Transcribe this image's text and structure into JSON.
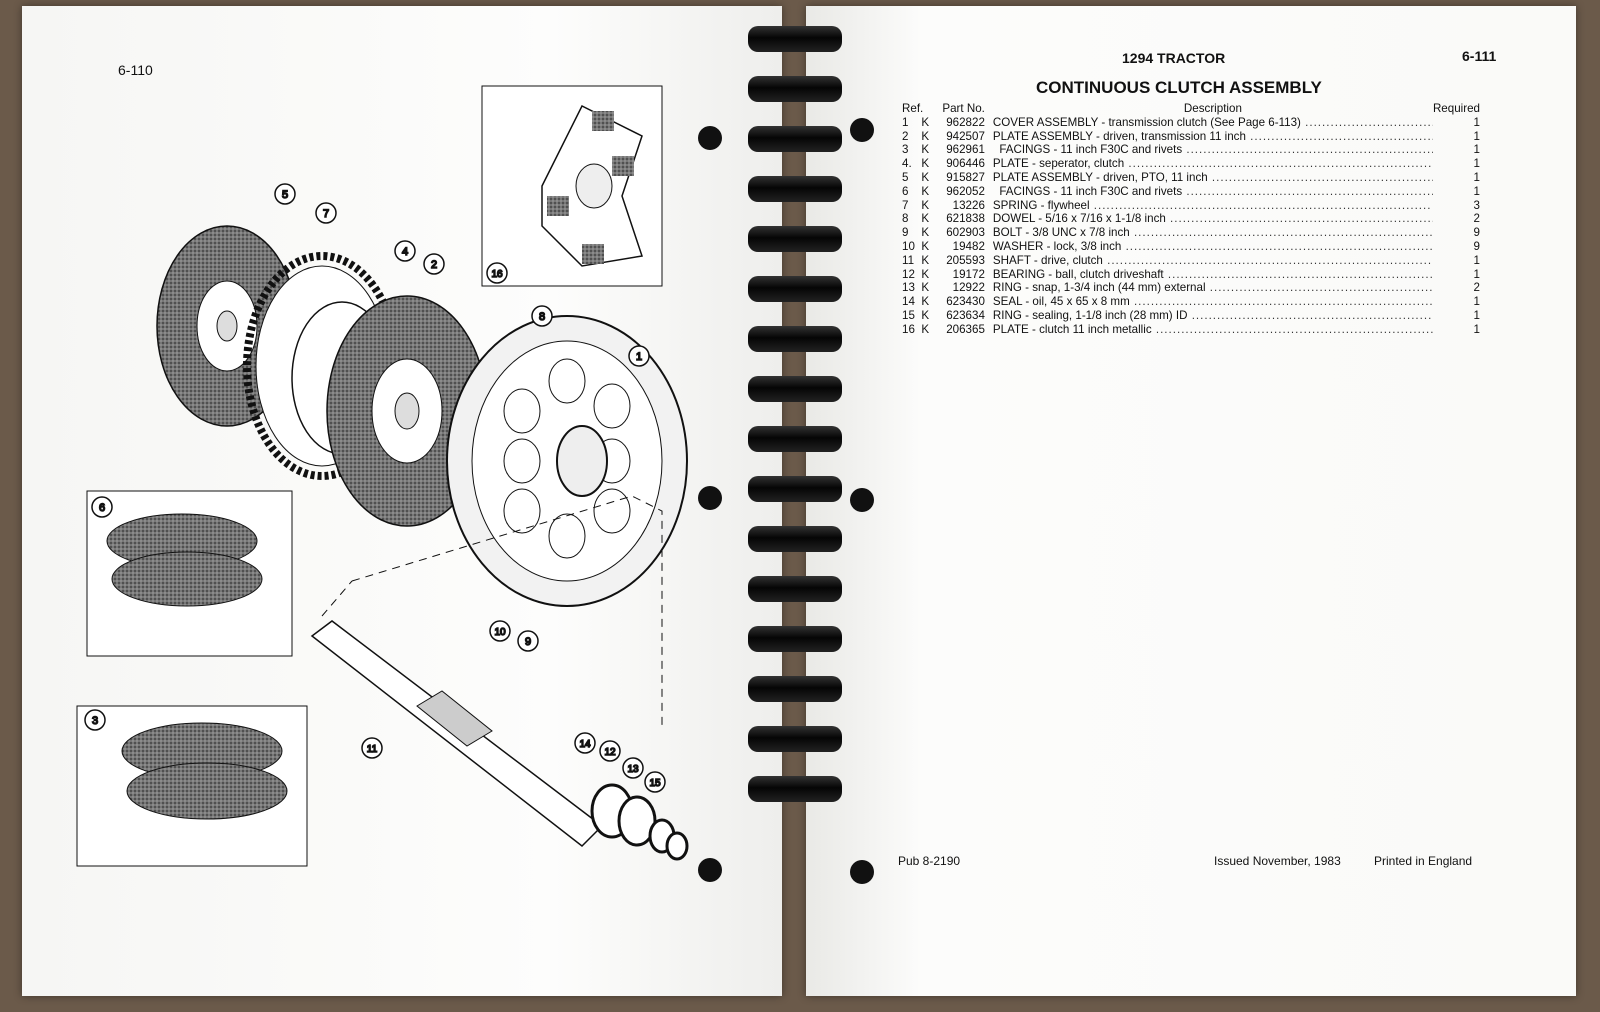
{
  "left_page": {
    "page_number": "6-110",
    "callouts": [
      "1",
      "2",
      "3",
      "4",
      "5",
      "6",
      "7",
      "8",
      "9",
      "10",
      "11",
      "12",
      "13",
      "14",
      "15",
      "16"
    ]
  },
  "right_page": {
    "running_title": "1294 TRACTOR",
    "page_number": "6-111",
    "title": "CONTINUOUS CLUTCH ASSEMBLY",
    "columns": {
      "ref": "Ref.",
      "part_no": "Part No.",
      "description": "Description",
      "required": "Required"
    },
    "parts": [
      {
        "ref": "1",
        "code": "K",
        "part_no": "962822",
        "description": "COVER ASSEMBLY - transmission clutch (See Page 6-113)",
        "required": "1"
      },
      {
        "ref": "2",
        "code": "K",
        "part_no": "942507",
        "description": "PLATE ASSEMBLY - driven, transmission 11 inch",
        "required": "1"
      },
      {
        "ref": "3",
        "code": "K",
        "part_no": "962961",
        "description": "  FACINGS - 11 inch F30C and rivets",
        "required": "1"
      },
      {
        "ref": "4.",
        "code": "K",
        "part_no": "906446",
        "description": "PLATE - seperator, clutch",
        "required": "1"
      },
      {
        "ref": "5",
        "code": "K",
        "part_no": "915827",
        "description": "PLATE ASSEMBLY - driven, PTO, 11 inch",
        "required": "1"
      },
      {
        "ref": "6",
        "code": "K",
        "part_no": "962052",
        "description": "  FACINGS - 11 inch F30C and rivets",
        "required": "1"
      },
      {
        "ref": "7",
        "code": "K",
        "part_no": "13226",
        "description": "SPRING - flywheel",
        "required": "3"
      },
      {
        "ref": "8",
        "code": "K",
        "part_no": "621838",
        "description": "DOWEL - 5/16 x 7/16 x 1-1/8 inch",
        "required": "2"
      },
      {
        "ref": "9",
        "code": "K",
        "part_no": "602903",
        "description": "BOLT - 3/8 UNC x 7/8 inch",
        "required": "9"
      },
      {
        "ref": "10",
        "code": "K",
        "part_no": "19482",
        "description": "WASHER - lock, 3/8 inch",
        "required": "9"
      },
      {
        "ref": "11",
        "code": "K",
        "part_no": "205593",
        "description": "SHAFT - drive, clutch",
        "required": "1"
      },
      {
        "ref": "12",
        "code": "K",
        "part_no": "19172",
        "description": "BEARING - ball, clutch driveshaft",
        "required": "1"
      },
      {
        "ref": "13",
        "code": "K",
        "part_no": "12922",
        "description": "RING - snap, 1-3/4 inch (44 mm) external",
        "required": "2"
      },
      {
        "ref": "14",
        "code": "K",
        "part_no": "623430",
        "description": "SEAL - oil, 45 x 65 x 8 mm",
        "required": "1"
      },
      {
        "ref": "15",
        "code": "K",
        "part_no": "623634",
        "description": "RING - sealing, 1-1/8 inch (28 mm) ID",
        "required": "1"
      },
      {
        "ref": "16",
        "code": "K",
        "part_no": "206365",
        "description": "PLATE - clutch 11 inch metallic",
        "required": "1"
      }
    ],
    "footer": {
      "pub": "Pub 8-2190",
      "issued": "Issued November, 1983",
      "printed": "Printed in England"
    }
  }
}
